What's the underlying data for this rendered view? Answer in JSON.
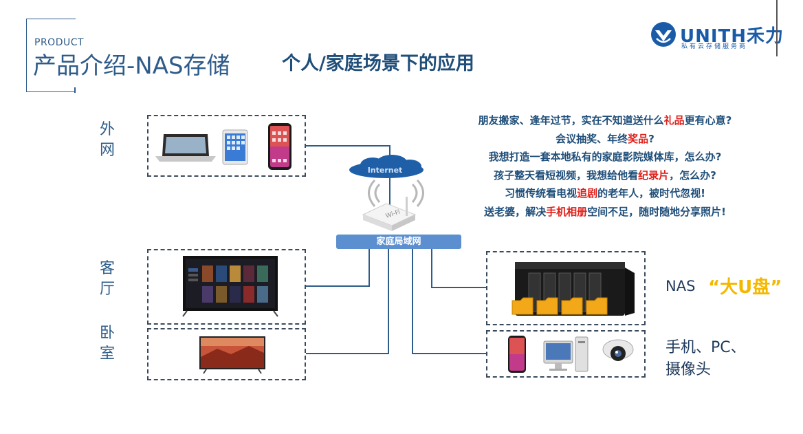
{
  "header": {
    "kicker": "PRODUCT",
    "title": "产品介绍-NAS存储",
    "scene_title": "个人/家庭场景下的应用"
  },
  "logo": {
    "word": "UNITH禾力",
    "tagline": "私有云存储服务商"
  },
  "rooms": {
    "outside": [
      "外",
      "网"
    ],
    "living": [
      "客",
      "厅"
    ],
    "bedroom": [
      "卧",
      "室"
    ]
  },
  "network": {
    "cloud_label": "Internet",
    "lan_label": "家庭局域网"
  },
  "scenarios": [
    {
      "before": "朋友搬家、逢年过节，实在不知道送什么",
      "highlight": "礼品",
      "after": "更有心意?"
    },
    {
      "before": "会议抽奖、年终",
      "highlight": "奖品",
      "after": "?"
    },
    {
      "before": "我想打造一套本地私有的家庭影院媒体库，怎么办?",
      "highlight": "",
      "after": ""
    },
    {
      "before": "孩子整天看短视频，我想给他看",
      "highlight": "纪录片",
      "after": "，怎么办?"
    },
    {
      "before": "习惯传统看电视",
      "highlight": "追剧",
      "after": "的老年人，被时代忽视!"
    },
    {
      "before": "送老婆，解决",
      "highlight": "手机相册",
      "after": "空间不足，随时随地分享照片!"
    }
  ],
  "devices": {
    "nas_label": "NAS",
    "nas_quote": "“大U盘”",
    "clients_line1": "手机、PC、",
    "clients_line2": "摄像头"
  },
  "colors": {
    "accent": "#2e5c8a",
    "highlight": "#e0201a",
    "quote": "#f5b800",
    "lan": "#5b8fd0"
  }
}
